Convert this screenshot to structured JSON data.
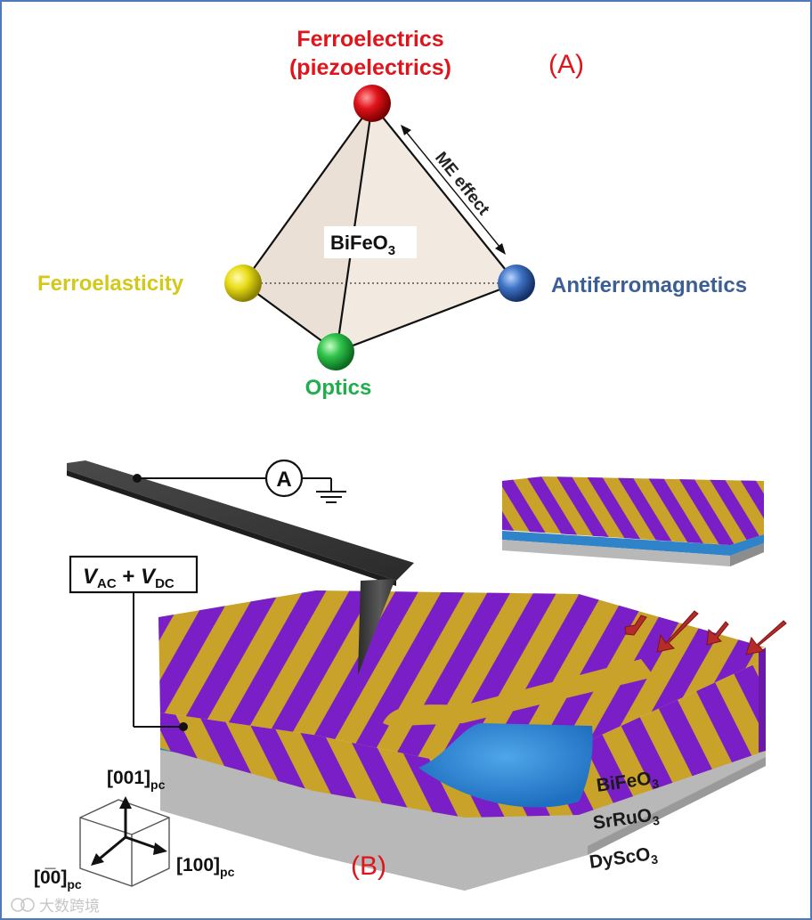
{
  "panel_a": {
    "label": "(A)",
    "center": {
      "main": "BiFeO",
      "sub": "3"
    },
    "nodes": {
      "top_line1": "Ferroelectrics",
      "top_line2": "(piezoelectrics)",
      "left": "Ferroelasticity",
      "right": "Antiferromagnetics",
      "bottom": "Optics"
    },
    "edge_note": "ME effect",
    "colors": {
      "top": "#e0141b",
      "left": "#d4c81a",
      "right": "#3b5f95",
      "bottom": "#1fae4a"
    }
  },
  "panel_b": {
    "label": "(B)",
    "ammeter": "A",
    "voltage": {
      "v": "V",
      "ac": "AC",
      "plus": " + ",
      "v2": "V",
      "dc": "DC"
    },
    "layers": [
      {
        "main": "BiFeO",
        "sub": "3"
      },
      {
        "main": "SrRuO",
        "sub": "3"
      },
      {
        "main": "DyScO",
        "sub": "3"
      }
    ],
    "axes": {
      "up": {
        "main": "[001]",
        "sub": "pc"
      },
      "right": {
        "main": "[100]",
        "sub": "pc"
      },
      "left": {
        "main": "[0̅0]",
        "sub": "pc"
      }
    },
    "colors": {
      "stripe_a": "#7a1fc8",
      "stripe_b": "#c9a22a",
      "electrode": "#2f83c9",
      "substrate": "#b8b8b8"
    }
  },
  "watermark": "大数跨境"
}
